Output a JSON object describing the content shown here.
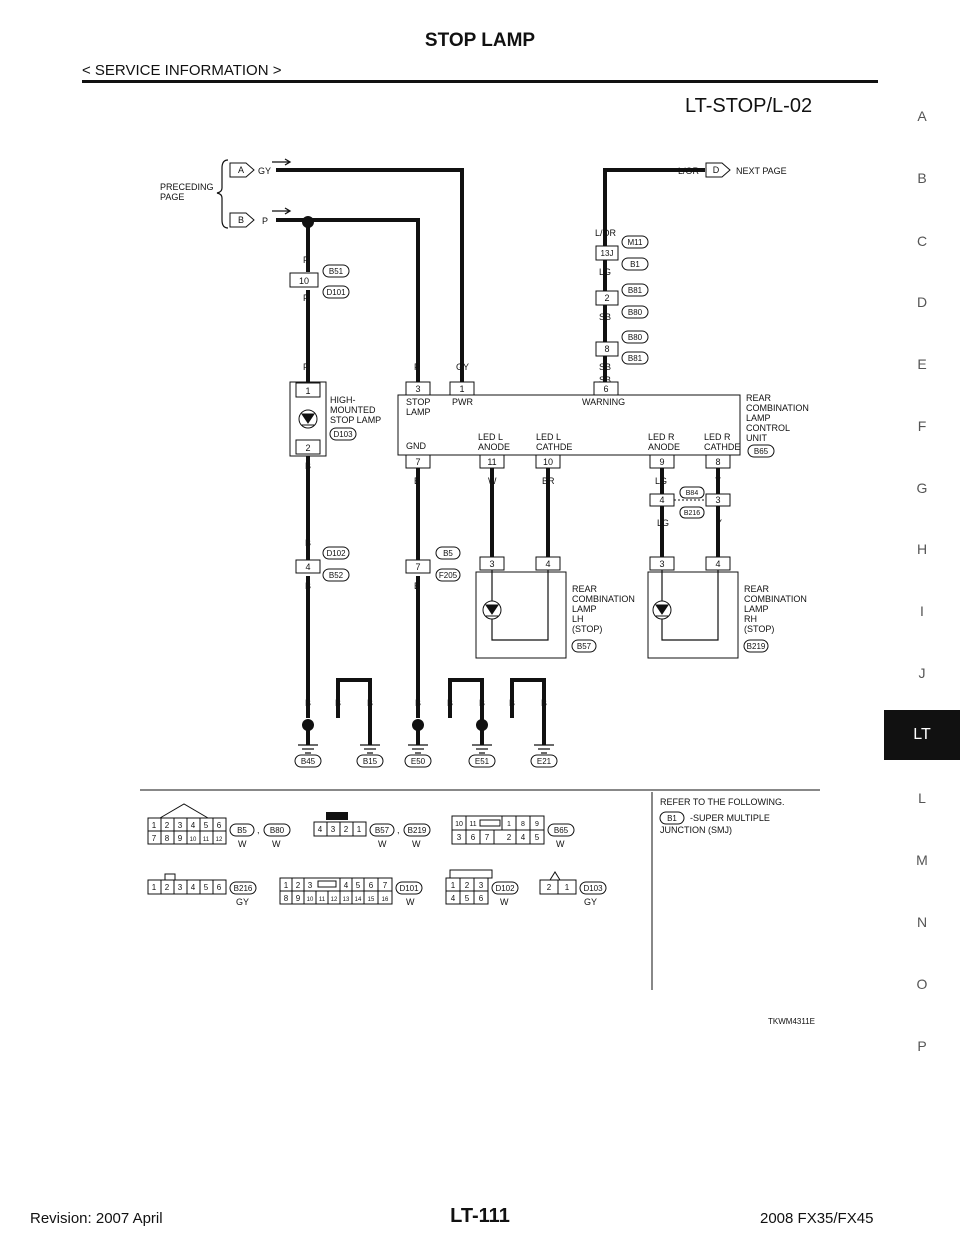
{
  "header": {
    "title": "STOP LAMP",
    "section": "< SERVICE INFORMATION >",
    "diagram_code": "LT-STOP/L-02"
  },
  "side_index": {
    "letters": [
      "A",
      "B",
      "C",
      "D",
      "E",
      "F",
      "G",
      "H",
      "I",
      "J",
      "L",
      "M",
      "N",
      "O",
      "P"
    ],
    "active": "LT"
  },
  "footer": {
    "revision": "Revision: 2007 April",
    "page": "LT-111",
    "model": "2008 FX35/FX45"
  },
  "image_code": "TKWM4311E",
  "diagram": {
    "preceding_page": [
      "PRECEDING",
      "PAGE"
    ],
    "next_page": "NEXT PAGE",
    "conn_A": "A",
    "conn_B": "B",
    "conn_D": "D",
    "wire_gy": "GY",
    "wire_p": "P",
    "wire_lor": "L/OR",
    "wire_lg": "LG",
    "wire_sb": "SB",
    "wire_b": "B",
    "wire_w": "W",
    "wire_br": "BR",
    "wire_y": "Y",
    "connectors": {
      "b51": "B51",
      "d101": "D101",
      "m11": "M11",
      "b1": "B1",
      "b81": "B81",
      "b80": "B80",
      "d103": "D103",
      "b65": "B65",
      "d102": "D102",
      "b52": "B52",
      "b5": "B5",
      "f205": "F205",
      "b84": "B84",
      "b216": "B216",
      "b57": "B57",
      "b219": "B219"
    },
    "pins": {
      "p10": "10",
      "p13j": "13J",
      "p2": "2",
      "p8": "8",
      "p1": "1",
      "p3": "3",
      "p6": "6",
      "p7": "7",
      "p11": "11",
      "p9": "9",
      "p4": "4"
    },
    "hm_label": [
      "HIGH-",
      "MOUNTED",
      "STOP LAMP"
    ],
    "unit_label": [
      "REAR",
      "COMBINATION",
      "LAMP",
      "CONTROL",
      "UNIT"
    ],
    "term": {
      "stop_lamp": [
        "STOP",
        "LAMP"
      ],
      "pwr": "PWR",
      "warning": "WARNING",
      "gnd": "GND",
      "led_l_anode": [
        "LED L",
        "ANODE"
      ],
      "led_l_cathode": [
        "LED L",
        "CATHDE"
      ],
      "led_r_anode": [
        "LED R",
        "ANODE"
      ],
      "led_r_cathode": [
        "LED R",
        "CATHDE"
      ]
    },
    "lh_label": [
      "REAR",
      "COMBINATION",
      "LAMP",
      "LH",
      "(STOP)"
    ],
    "rh_label": [
      "REAR",
      "COMBINATION",
      "LAMP",
      "RH",
      "(STOP)"
    ],
    "grounds": [
      "B45",
      "B15",
      "E50",
      "E51",
      "E21"
    ]
  },
  "connector_legend": {
    "refer": "REFER TO THE FOLLOWING.",
    "smj_code": "B1",
    "smj_text": [
      "-SUPER MULTIPLE",
      "JUNCTION (SMJ)"
    ],
    "comma": ",",
    "c1": {
      "row1": [
        "1",
        "2",
        "3",
        "4",
        "5",
        "6"
      ],
      "row2": [
        "7",
        "8",
        "9",
        "10",
        "11",
        "12"
      ],
      "names": [
        "B5",
        "B80"
      ],
      "colors": [
        "W",
        "W"
      ]
    },
    "c2": {
      "pins": [
        "4",
        "3",
        "2",
        "1"
      ],
      "names": [
        "B57",
        "B219"
      ],
      "colors": [
        "W",
        "W"
      ]
    },
    "c3": {
      "row1": [
        "10",
        "11",
        "1",
        "8",
        "9"
      ],
      "row2": [
        "3",
        "6",
        "7",
        "2",
        "4",
        "5"
      ],
      "name": "B65",
      "color": "W"
    },
    "c4": {
      "pins": [
        "1",
        "2",
        "3",
        "4",
        "5",
        "6"
      ],
      "name": "B216",
      "color": "GY"
    },
    "c5": {
      "row1": [
        "1",
        "2",
        "3",
        "4",
        "5",
        "6",
        "7"
      ],
      "row2": [
        "8",
        "9",
        "10",
        "11",
        "12",
        "13",
        "14",
        "15",
        "16"
      ],
      "name": "D101",
      "color": "W"
    },
    "c6": {
      "row1": [
        "1",
        "2",
        "3"
      ],
      "row2": [
        "4",
        "5",
        "6"
      ],
      "name": "D102",
      "color": "W"
    },
    "c7": {
      "pins": [
        "2",
        "1"
      ],
      "name": "D103",
      "color": "GY"
    }
  }
}
